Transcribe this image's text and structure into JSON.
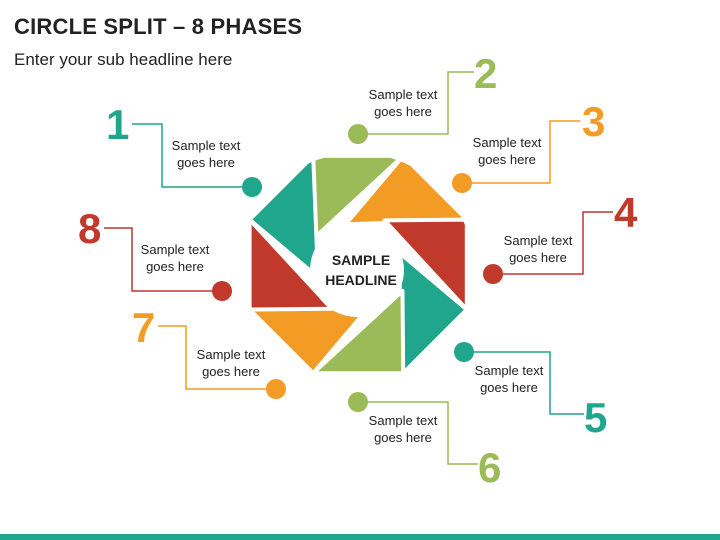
{
  "title": "CIRCLE SPLIT – 8 PHASES",
  "subtitle": "Enter your sub headline here",
  "center": {
    "line1": "SAMPLE",
    "line2": "HEADLINE"
  },
  "colors": {
    "teal": "#1fa68c",
    "green": "#9bbb59",
    "orange": "#f39c25",
    "red": "#c0392b"
  },
  "phases": [
    {
      "num": "1",
      "line1": "Sample text",
      "line2": "goes here",
      "color": "#1fa68c"
    },
    {
      "num": "2",
      "line1": "Sample text",
      "line2": "goes here",
      "color": "#9bbb59"
    },
    {
      "num": "3",
      "line1": "Sample text",
      "line2": "goes here",
      "color": "#f39c25"
    },
    {
      "num": "4",
      "line1": "Sample text",
      "line2": "goes here",
      "color": "#c0392b"
    },
    {
      "num": "5",
      "line1": "Sample text",
      "line2": "goes here",
      "color": "#1fa68c"
    },
    {
      "num": "6",
      "line1": "Sample text",
      "line2": "goes here",
      "color": "#9bbb59"
    },
    {
      "num": "7",
      "line1": "Sample text",
      "line2": "goes here",
      "color": "#f39c25"
    },
    {
      "num": "8",
      "line1": "Sample text",
      "line2": "goes here",
      "color": "#c0392b"
    }
  ]
}
